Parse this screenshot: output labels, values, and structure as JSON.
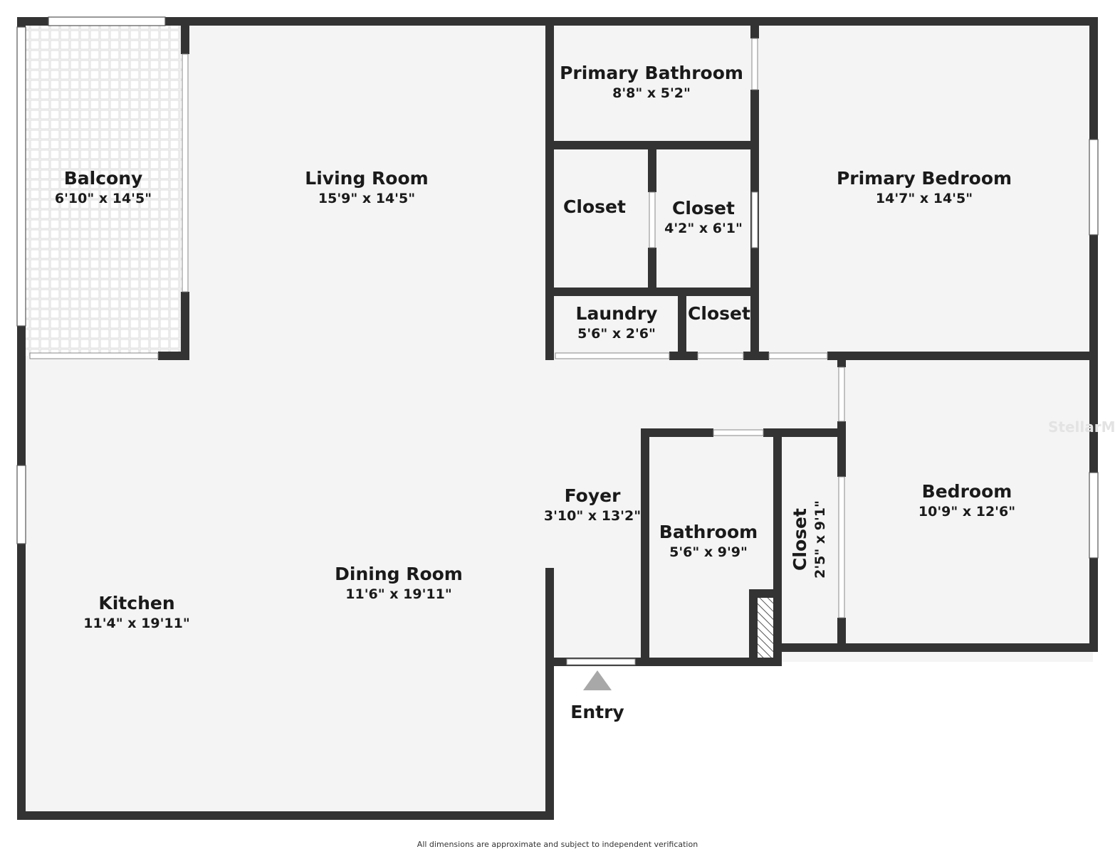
{
  "rooms": {
    "balcony": {
      "name": "Balcony",
      "dim": "6'10\" x 14'5\""
    },
    "living_room": {
      "name": "Living Room",
      "dim": "15'9\" x 14'5\""
    },
    "primary_bathroom": {
      "name": "Primary Bathroom",
      "dim": "8'8\" x 5'2\""
    },
    "closet_1": {
      "name": "Closet"
    },
    "closet_2": {
      "name": "Closet",
      "dim": "4'2\" x 6'1\""
    },
    "primary_bedroom": {
      "name": "Primary Bedroom",
      "dim": "14'7\" x 14'5\""
    },
    "laundry": {
      "name": "Laundry",
      "dim": "5'6\" x 2'6\""
    },
    "closet_3": {
      "name": "Closet"
    },
    "foyer": {
      "name": "Foyer",
      "dim": "3'10\" x 13'2\""
    },
    "bathroom": {
      "name": "Bathroom",
      "dim": "5'6\" x 9'9\""
    },
    "closet_4": {
      "name": "Closet",
      "dim": "2'5\" x 9'1\""
    },
    "bedroom": {
      "name": "Bedroom",
      "dim": "10'9\" x 12'6\""
    },
    "dining_room": {
      "name": "Dining Room",
      "dim": "11'6\" x 19'11\""
    },
    "kitchen": {
      "name": "Kitchen",
      "dim": "11'4\" x 19'11\""
    }
  },
  "entry_label": "Entry",
  "watermark": "StellarMLS",
  "disclaimer": "All dimensions are approximate and subject to independent verification",
  "colors": {
    "wall": "#333333",
    "floor": "#f4f4f4",
    "balcony_tile": "#e6e6e6",
    "entry_arrow": "#a8a8a8"
  }
}
